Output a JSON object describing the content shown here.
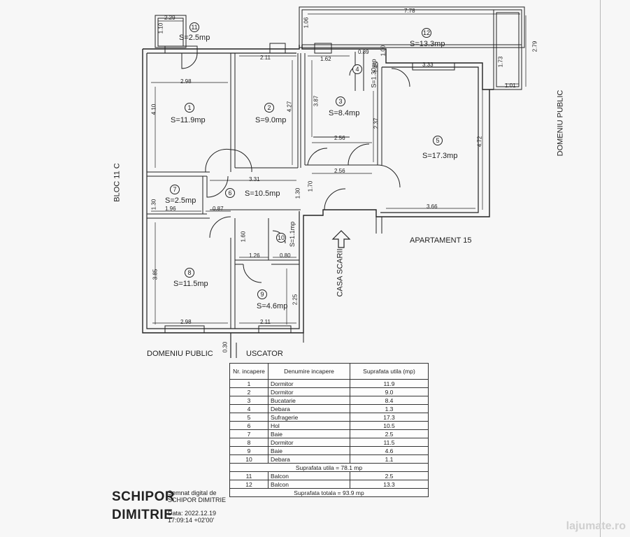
{
  "plan": {
    "labels": {
      "bloc": "BLOC 11 C",
      "domeniu_public_right": "DOMENIU PUBLIC",
      "domeniu_public_bottom": "DOMENIU PUBLIC",
      "uscator": "USCATOR",
      "apartament": "APARTAMENT 15",
      "casa_scarii": "CASA SCARII"
    },
    "rooms": [
      {
        "nr": "1",
        "area": "S=11.9mp"
      },
      {
        "nr": "2",
        "area": "S=9.0mp"
      },
      {
        "nr": "3",
        "area": "S=8.4mp"
      },
      {
        "nr": "4",
        "area": "S=1.30mp"
      },
      {
        "nr": "5",
        "area": "S=17.3mp"
      },
      {
        "nr": "6",
        "area": "S=10.5mp"
      },
      {
        "nr": "7",
        "area": "S=2.5mp"
      },
      {
        "nr": "8",
        "area": "S=11.5mp"
      },
      {
        "nr": "9",
        "area": "S=4.6mp"
      },
      {
        "nr": "10",
        "area": "S=1.1mp"
      },
      {
        "nr": "11",
        "area": "S=2.5mp"
      },
      {
        "nr": "12",
        "area": "S=13.3mp"
      }
    ],
    "dims": [
      "2.29",
      "1.10",
      "1.06",
      "7.78",
      "2.79",
      "1.00",
      "0.89",
      "1.62",
      "2.11",
      "2.98",
      "3.33",
      "1.73",
      "1.01",
      "1.45",
      "4.10",
      "4.27",
      "3.87",
      "2.37",
      "2.56",
      "2.56",
      "4.72",
      "3.31",
      "1.30",
      "1.70",
      "1.30",
      "1.96",
      "0.87",
      "3.66",
      "1.60",
      "1.26",
      "0.80",
      "3.85",
      "2.25",
      "2.98",
      "2.11",
      "0.30"
    ]
  },
  "legend": {
    "headers": [
      "Nr. incapere",
      "Denumire incapere",
      "Suprafata utila (mp)"
    ],
    "rows": [
      [
        "1",
        "Dormitor",
        "11.9"
      ],
      [
        "2",
        "Dormitor",
        "9.0"
      ],
      [
        "3",
        "Bucatarie",
        "8.4"
      ],
      [
        "4",
        "Debara",
        "1.3"
      ],
      [
        "5",
        "Sufragerie",
        "17.3"
      ],
      [
        "6",
        "Hol",
        "10.5"
      ],
      [
        "7",
        "Baie",
        "2.5"
      ],
      [
        "8",
        "Dormitor",
        "11.5"
      ],
      [
        "9",
        "Baie",
        "4.6"
      ],
      [
        "10",
        "Debara",
        "1.1"
      ]
    ],
    "subtotal": "Suprafata utila = 78.1 mp",
    "balcony_rows": [
      [
        "11",
        "Balcon",
        "2.5"
      ],
      [
        "12",
        "Balcon",
        "13.3"
      ]
    ],
    "total": "Suprafata totala = 93.9 mp"
  },
  "signature": {
    "name_line1": "SCHIPOR",
    "name_line2": "DIMITRIE",
    "line1": "Semnat digital de",
    "line2": "SCHIPOR DIMITRIE",
    "line3": "Data: 2022.12.19",
    "line4": "17:09:14 +02'00'"
  },
  "watermark": "lajumate.ro"
}
